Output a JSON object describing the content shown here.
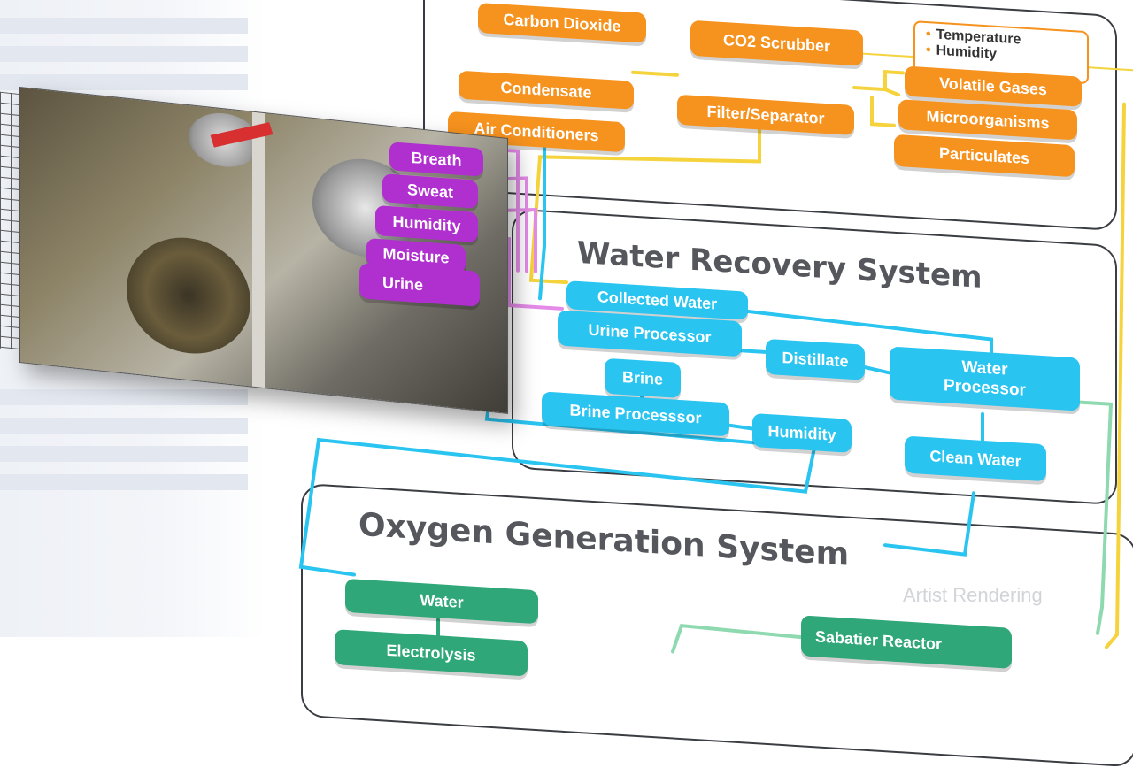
{
  "colors": {
    "orange": "#f6921e",
    "blue": "#29c4f0",
    "green": "#2fa779",
    "purple": "#b02fcf",
    "yellow_wire": "#f5d33c",
    "pink_wire": "#e48be8"
  },
  "top_system": {
    "nodes": {
      "carbon_dioxide": "Carbon Dioxide",
      "co2_scrubber": "CO2 Scrubber",
      "condensate": "Condensate",
      "air_conditioners": "Air Conditioners",
      "filter_separator": "Filter/Separator",
      "volatile_gases": "Volatile Gases",
      "microorganisms": "Microorganisms",
      "particulates": "Particulates"
    },
    "legend": {
      "item_1": "Temperature",
      "item_2": "Humidity"
    }
  },
  "inputs": {
    "breath": "Breath",
    "sweat": "Sweat",
    "humidity": "Humidity",
    "moisture": "Moisture",
    "urine": "Urine"
  },
  "water_recovery": {
    "title": "Water Recovery System",
    "nodes": {
      "collected_water": "Collected Water",
      "urine_processor": "Urine Processor",
      "distillate": "Distillate",
      "water_processor": "Water Processor",
      "brine": "Brine",
      "brine_processor": "Brine Processsor",
      "humidity": "Humidity",
      "clean_water": "Clean Water"
    }
  },
  "oxygen_generation": {
    "title": "Oxygen Generation System",
    "nodes": {
      "water": "Water",
      "electrolysis": "Electrolysis",
      "sabatier": "Sabatier Reactor"
    }
  },
  "watermark": "Artist Rendering"
}
